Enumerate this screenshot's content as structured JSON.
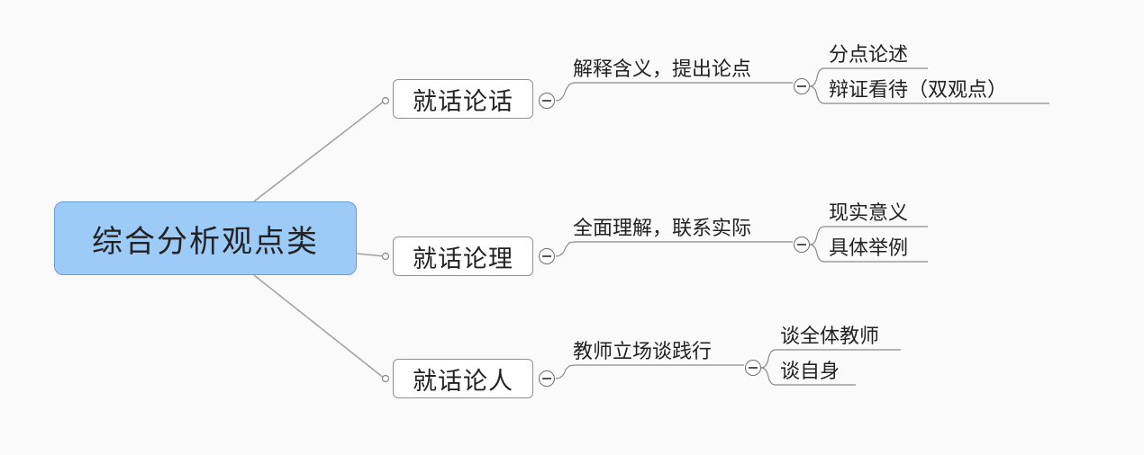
{
  "mindmap": {
    "root": {
      "label": "综合分析观点类"
    },
    "branches": [
      {
        "label": "就话论话",
        "sub": {
          "label": "解释含义，提出论点",
          "children": [
            {
              "label": "分点论述"
            },
            {
              "label": "辩证看待（双观点）"
            }
          ]
        }
      },
      {
        "label": "就话论理",
        "sub": {
          "label": "全面理解，联系实际",
          "children": [
            {
              "label": "现实意义"
            },
            {
              "label": "具体举例"
            }
          ]
        }
      },
      {
        "label": "就话论人",
        "sub": {
          "label": "教师立场谈践行",
          "children": [
            {
              "label": "谈全体教师"
            },
            {
              "label": "谈自身"
            }
          ]
        }
      }
    ]
  },
  "colors": {
    "root_fill": "#9ccbf8",
    "line": "#999999"
  }
}
